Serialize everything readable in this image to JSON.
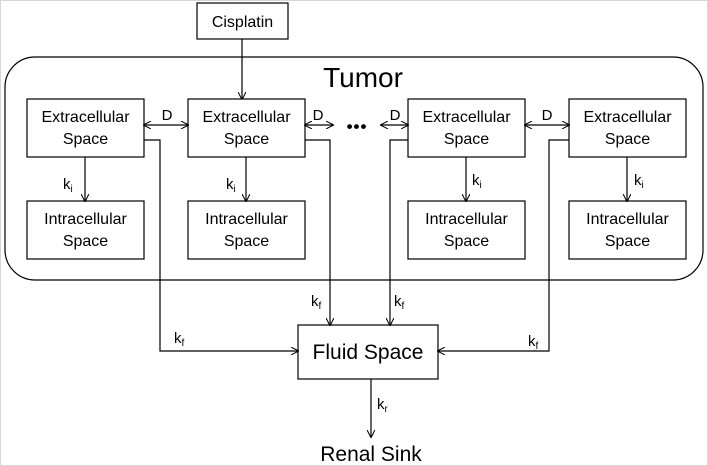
{
  "nodes": {
    "source": "Cisplatin",
    "tumor_title": "Tumor",
    "extracellular": [
      "Extracellular",
      "Space"
    ],
    "intracellular": [
      "Intracellular",
      "Space"
    ],
    "fluid": "Fluid Space",
    "sink": "Renal Sink",
    "ellipsis": "•••"
  },
  "rates": {
    "diffusion": "D",
    "k_base": "k",
    "internalization_sub": "i",
    "fluid_sub": "f",
    "renal_sub": "r"
  }
}
